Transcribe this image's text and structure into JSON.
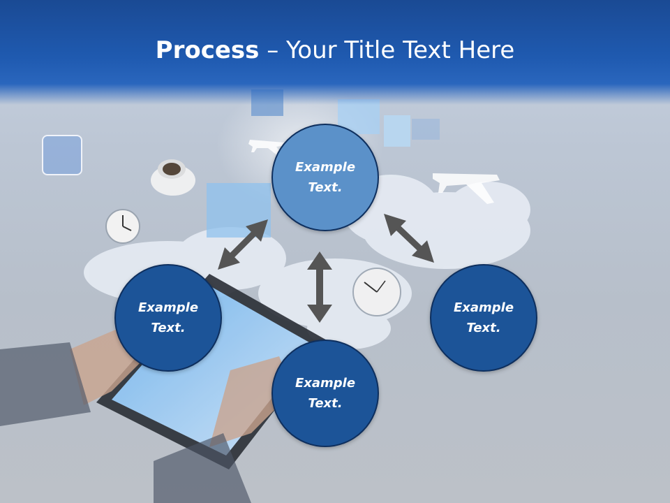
{
  "header": {
    "title_bold": "Process",
    "title_separator": " – ",
    "title_rest": "Your Title Text Here"
  },
  "nodes": {
    "top": {
      "line1": "Example",
      "line2": "Text."
    },
    "left": {
      "line1": "Example",
      "line2": "Text."
    },
    "right": {
      "line1": "Example",
      "line2": "Text."
    },
    "bottom": {
      "line1": "Example",
      "line2": "Text."
    }
  },
  "colors": {
    "header_blue": "#1f5ab0",
    "node_dark": "#1c5498",
    "node_light": "#5b91c9",
    "arrow": "#555555"
  }
}
